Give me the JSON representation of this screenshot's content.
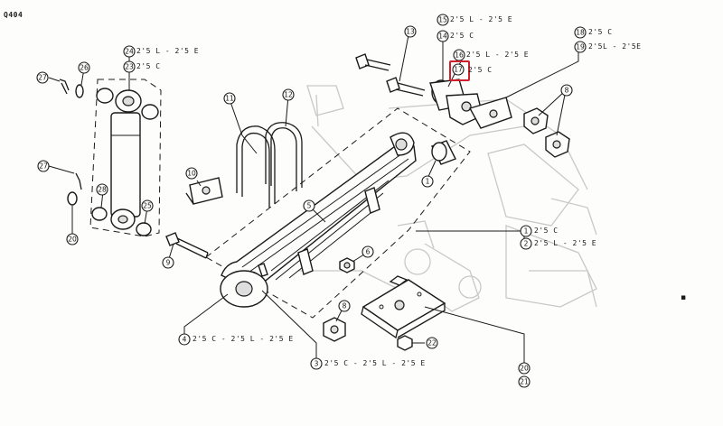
{
  "diagram": {
    "code": "Q404",
    "stray_mark": "▪",
    "highlight_color": "#d0202e",
    "callouts": [
      {
        "id": "c1",
        "label": "1"
      },
      {
        "id": "c1b",
        "label": "1"
      },
      {
        "id": "c2",
        "label": "2"
      },
      {
        "id": "c3",
        "label": "3"
      },
      {
        "id": "c4",
        "label": "4"
      },
      {
        "id": "c5",
        "label": "5"
      },
      {
        "id": "c6",
        "label": "6"
      },
      {
        "id": "c8a",
        "label": "8"
      },
      {
        "id": "c8b",
        "label": "8"
      },
      {
        "id": "c9",
        "label": "9"
      },
      {
        "id": "c10",
        "label": "10"
      },
      {
        "id": "c11",
        "label": "11"
      },
      {
        "id": "c12",
        "label": "12"
      },
      {
        "id": "c13",
        "label": "13"
      },
      {
        "id": "c14",
        "label": "14"
      },
      {
        "id": "c15",
        "label": "15"
      },
      {
        "id": "c16",
        "label": "16"
      },
      {
        "id": "c17",
        "label": "17"
      },
      {
        "id": "c18",
        "label": "18"
      },
      {
        "id": "c19",
        "label": "19"
      },
      {
        "id": "c20a",
        "label": "20"
      },
      {
        "id": "c20b",
        "label": "20"
      },
      {
        "id": "c21",
        "label": "21"
      },
      {
        "id": "c22",
        "label": "22"
      },
      {
        "id": "c23",
        "label": "23"
      },
      {
        "id": "c24",
        "label": "24"
      },
      {
        "id": "c25",
        "label": "25"
      },
      {
        "id": "c26",
        "label": "26"
      },
      {
        "id": "c27a",
        "label": "27"
      },
      {
        "id": "c27b",
        "label": "27"
      },
      {
        "id": "c28",
        "label": "28"
      },
      {
        "id": "c29",
        "label": "29"
      }
    ],
    "notes": [
      {
        "id": "n24",
        "text": "2'5 L - 2'5 E"
      },
      {
        "id": "n23",
        "text": "2'5 C"
      },
      {
        "id": "n15",
        "text": "2'5 L - 2'5 E"
      },
      {
        "id": "n14",
        "text": "2'5 C"
      },
      {
        "id": "n16",
        "text": "2'5 L - 2'5 E"
      },
      {
        "id": "n17",
        "text": "2'5 C"
      },
      {
        "id": "n18",
        "text": "2'5 C"
      },
      {
        "id": "n19",
        "text": "2'5L - 2'5E"
      },
      {
        "id": "n1",
        "text": "2'5 C"
      },
      {
        "id": "n2",
        "text": "2'5 L - 2'5 E"
      },
      {
        "id": "n4",
        "text": "2'5 C - 2'5 L - 2'5 E"
      },
      {
        "id": "n3",
        "text": "2'5 C - 2'5 L - 2'5 E"
      }
    ]
  }
}
